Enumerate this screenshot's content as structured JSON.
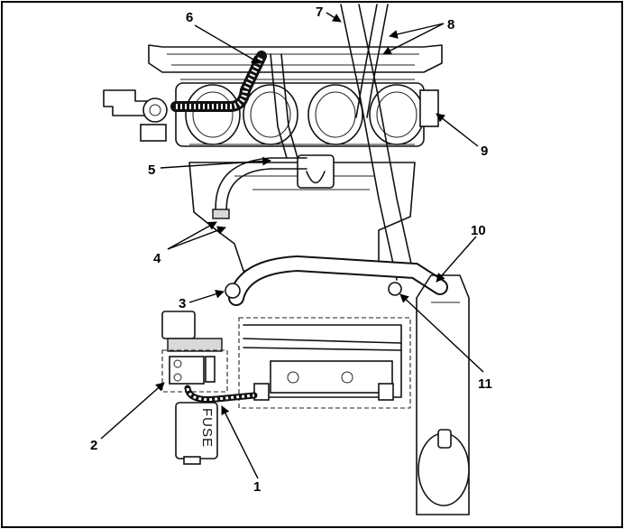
{
  "figure": {
    "fuse_box_label": "FUSE",
    "callouts": [
      "1",
      "2",
      "3",
      "4",
      "5",
      "6",
      "7",
      "8",
      "9",
      "10",
      "11"
    ]
  }
}
